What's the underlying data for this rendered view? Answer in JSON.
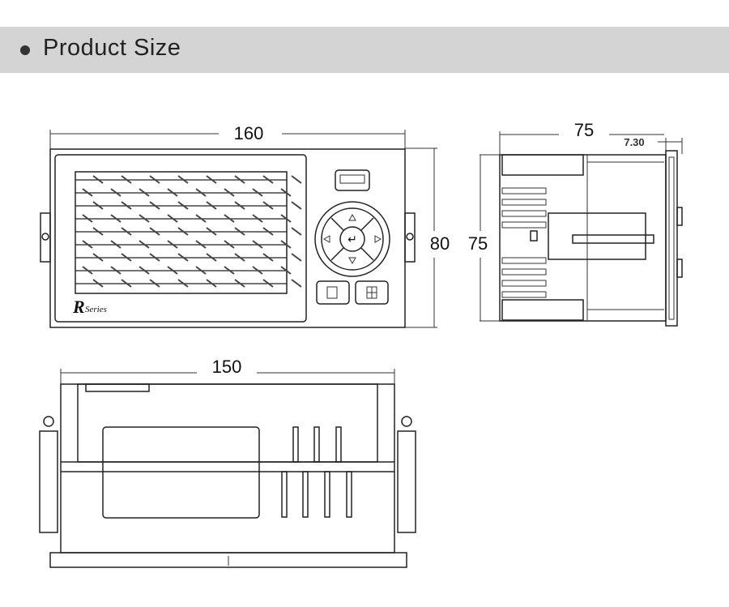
{
  "header": {
    "title": "Product Size"
  },
  "front_view": {
    "width_label": "160",
    "height_label": "80",
    "logo": "R Series"
  },
  "side_view": {
    "depth_label": "75",
    "height_label": "75",
    "bezel_label": "7.30"
  },
  "bottom_view": {
    "width_label": "150"
  }
}
